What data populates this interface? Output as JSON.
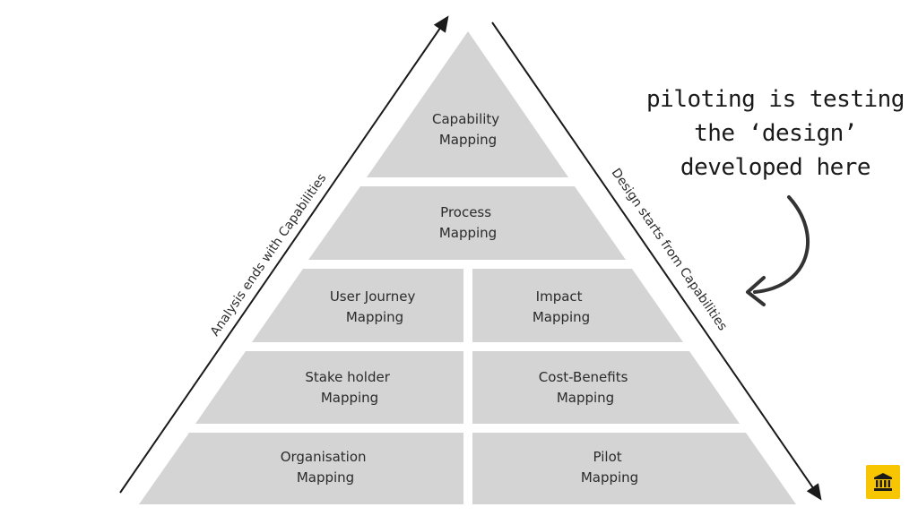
{
  "diagram": {
    "tiers": {
      "capability": [
        "Capability",
        "Mapping"
      ],
      "process": [
        "Process",
        "Mapping"
      ],
      "user_journey": [
        "User Journey",
        "Mapping"
      ],
      "impact": [
        "Impact",
        "Mapping"
      ],
      "stakeholder": [
        "Stake holder",
        "Mapping"
      ],
      "cost_benefits": [
        "Cost-Benefits",
        "Mapping"
      ],
      "organisation": [
        "Organisation",
        "Mapping"
      ],
      "pilot": [
        "Pilot",
        "Mapping"
      ]
    },
    "left_arrow_label": "Analysis ends with Capabilities",
    "right_arrow_label": "Design starts from Capabilities"
  },
  "annotation": {
    "lines": [
      "piloting is testing",
      "the ‘design’",
      "developed here"
    ]
  },
  "colors": {
    "tier_fill": "#d4d4d4",
    "arrow": "#1a1a1a",
    "logo_bg": "#f7c600"
  },
  "logo": {
    "icon": "bank-icon"
  }
}
